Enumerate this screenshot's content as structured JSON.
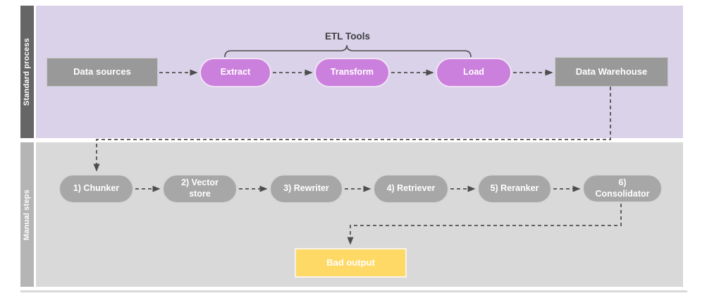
{
  "lanes": {
    "standard": {
      "label": "Standard process"
    },
    "manual": {
      "label": "Manual steps"
    }
  },
  "annotations": {
    "etl_tools": "ETL Tools"
  },
  "nodes": {
    "data_sources": {
      "label": "Data sources"
    },
    "extract": {
      "label": "Extract"
    },
    "transform": {
      "label": "Transform"
    },
    "load": {
      "label": "Load"
    },
    "data_warehouse": {
      "label": "Data Warehouse"
    },
    "chunker": {
      "label": "1) Chunker"
    },
    "vector_store": {
      "label": "2) Vector store"
    },
    "rewriter": {
      "label": "3) Rewriter"
    },
    "retriever": {
      "label": "4) Retriever"
    },
    "reranker": {
      "label": "5) Reranker"
    },
    "consolidator": {
      "label": "6) Consolidator"
    },
    "bad_output": {
      "label": "Bad output"
    }
  },
  "colors": {
    "top_lane_bg": "#d9d2e9",
    "bottom_lane_bg": "#d9d9d9",
    "top_lane_label_bar": "#666666",
    "bottom_lane_label_bar": "#b5b5b5",
    "etl_node_fill": "#cc80dd",
    "gray_node_fill": "#a7a7a7",
    "gray_box_fill": "#999999",
    "bad_output_fill": "#ffd966",
    "connector": "#616161",
    "text_on_nodes": "#ffffff"
  }
}
